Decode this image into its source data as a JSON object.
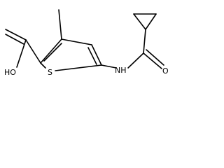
{
  "molecule": {
    "atoms": {
      "S": "S",
      "HO": "HO",
      "O_carbonyl": "O",
      "NH": "NH"
    },
    "colors": {
      "bond": "#000000",
      "label": "#000000",
      "background": "#ffffff"
    }
  }
}
